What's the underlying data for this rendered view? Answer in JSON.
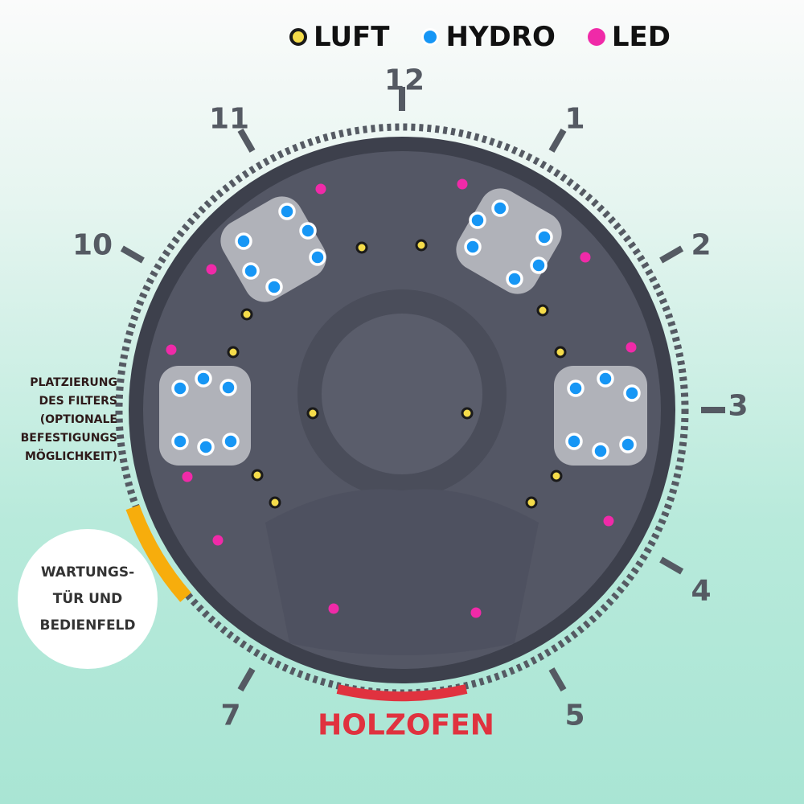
{
  "legend": [
    {
      "label": "LUFT",
      "color": "#f5dc4a",
      "border": "#1a1a1a"
    },
    {
      "label": "HYDRO",
      "color": "#1696f5",
      "border": "#ffffff"
    },
    {
      "label": "LED",
      "color": "#f02aa8",
      "border": "#f02aa8"
    }
  ],
  "clock": {
    "h12": "12",
    "h1": "1",
    "h2": "2",
    "h3": "3",
    "h4": "4",
    "h5": "5",
    "h7": "7",
    "h10": "10",
    "h11": "11"
  },
  "filter_note": {
    "l1": "PLATZIERUNG",
    "l2": "DES FILTERS",
    "l3": "(OPTIONALE",
    "l4": "BEFESTIGUNGS",
    "l5": "MÖGLICHKEIT)"
  },
  "maintenance": {
    "l1": "WARTUNGS-",
    "l2": "TÜR UND",
    "l3": "BEDIENFELD"
  },
  "stove": "HOLZOFEN",
  "colors": {
    "tub": "#50535f",
    "seat": "#b9bac0",
    "maintenance_arc": "#f7ad0c",
    "stove_arc": "#e0323f"
  }
}
